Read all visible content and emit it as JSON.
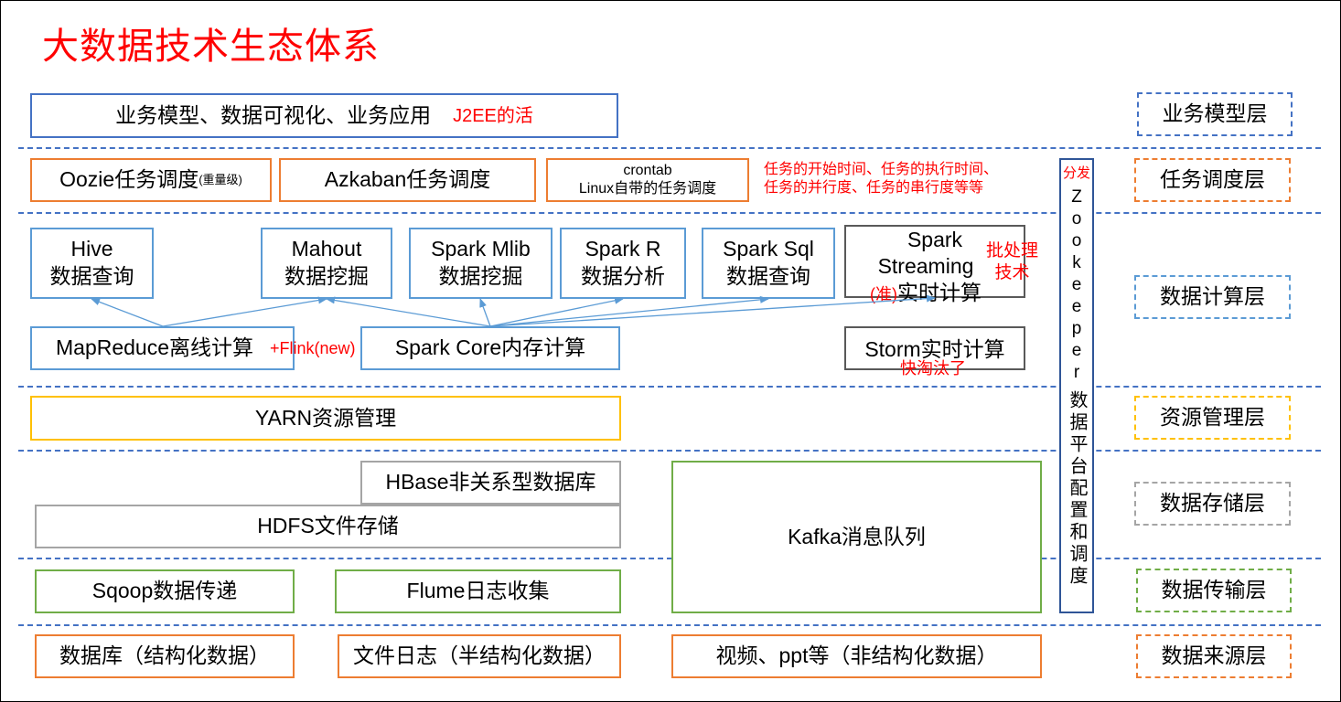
{
  "title": "大数据技术生态体系",
  "layers": {
    "business": "业务模型层",
    "schedule": "任务调度层",
    "compute": "数据计算层",
    "resource": "资源管理层",
    "storage": "数据存储层",
    "transfer": "数据传输层",
    "source": "数据来源层"
  },
  "business": {
    "label": "业务模型、数据可视化、业务应用",
    "note": "J2EE的活"
  },
  "schedule": {
    "oozie": "Oozie任务调度",
    "oozie_note": "(重量级)",
    "azkaban": "Azkaban任务调度",
    "crontab": "crontab",
    "crontab_desc": "Linux自带的任务调度",
    "note_line1": "任务的开始时间、任务的执行时间、",
    "note_line2": "任务的并行度、任务的串行度等等"
  },
  "compute": {
    "hive": {
      "name": "Hive",
      "desc": "数据查询"
    },
    "mahout": {
      "name": "Mahout",
      "desc": "数据挖掘"
    },
    "spark_mlib": {
      "name": "Spark Mlib",
      "desc": "数据挖掘"
    },
    "spark_r": {
      "name": "Spark R",
      "desc": "数据分析"
    },
    "spark_sql": {
      "name": "Spark Sql",
      "desc": "数据查询"
    },
    "spark_streaming": {
      "name_line1": "Spark",
      "name_line2": "Streaming",
      "prefix": "(准)",
      "desc": "实时计算"
    },
    "batch_note_line1": "批处理",
    "batch_note_line2": "技术",
    "mapreduce": "MapReduce离线计算",
    "flink_note": "+Flink(new)",
    "spark_core": "Spark Core内存计算",
    "storm": "Storm实时计算",
    "storm_note": "快淘汰了"
  },
  "resource": {
    "yarn": "YARN资源管理"
  },
  "storage": {
    "hbase": "HBase非关系型数据库",
    "hdfs": "HDFS文件存储",
    "kafka": "Kafka消息队列"
  },
  "transfer": {
    "sqoop": "Sqoop数据传递",
    "flume": "Flume日志收集"
  },
  "source": {
    "db": "数据库（结构化数据）",
    "log": "文件日志（半结构化数据）",
    "video": "视频、ppt等（非结构化数据）"
  },
  "zookeeper": {
    "note": "分发",
    "name": "Zookeeper",
    "desc": "数据平台配置和调度"
  },
  "colors": {
    "title": "#ff0000",
    "separator": "#4472c4",
    "business": "#4472c4",
    "schedule": "#ed7d31",
    "compute": "#5b9bd5",
    "resource": "#ffc000",
    "storage": "#a5a5a5",
    "transfer": "#70ad47",
    "source": "#ed7d31",
    "zookeeper": "#2f5597"
  }
}
